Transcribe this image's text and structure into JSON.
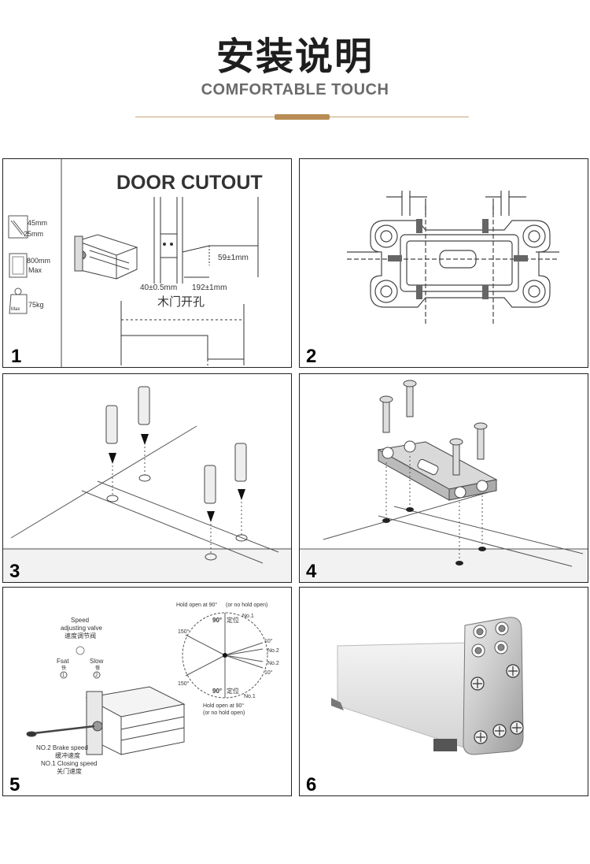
{
  "header": {
    "title": "安装说明",
    "subtitle": "COMFORTABLE TOUCH",
    "accent_color": "#b98d55"
  },
  "panels": [
    {
      "number": "1",
      "heading": "DOOR CUTOUT",
      "specs": [
        "45mm",
        "25mm",
        "800mm",
        "Max",
        "75kg",
        "Max"
      ],
      "dimensions": [
        "59±1mm",
        "40±0.5mm",
        "192±1mm"
      ],
      "caption": "木门开孔"
    },
    {
      "number": "2"
    },
    {
      "number": "3"
    },
    {
      "number": "4"
    },
    {
      "number": "5",
      "valve": [
        "Speed",
        "adjusting valve",
        "速度调节阀"
      ],
      "fast": [
        "Fsat",
        "快",
        "1"
      ],
      "slow": [
        "Slow",
        "慢",
        "2"
      ],
      "hold_top": [
        "Hold open at 90°",
        "(or no hold open)"
      ],
      "hold_bottom": [
        "Hold open at 90°",
        "(or no hold open)"
      ],
      "angles": [
        "90°",
        "定位",
        "150°",
        "10°",
        "No.1",
        "No.2"
      ],
      "brake": [
        "NO.2 Brake speed",
        "缓冲速度"
      ],
      "closing": [
        "NO.1 Closing speed",
        "关门速度"
      ]
    },
    {
      "number": "6"
    }
  ]
}
